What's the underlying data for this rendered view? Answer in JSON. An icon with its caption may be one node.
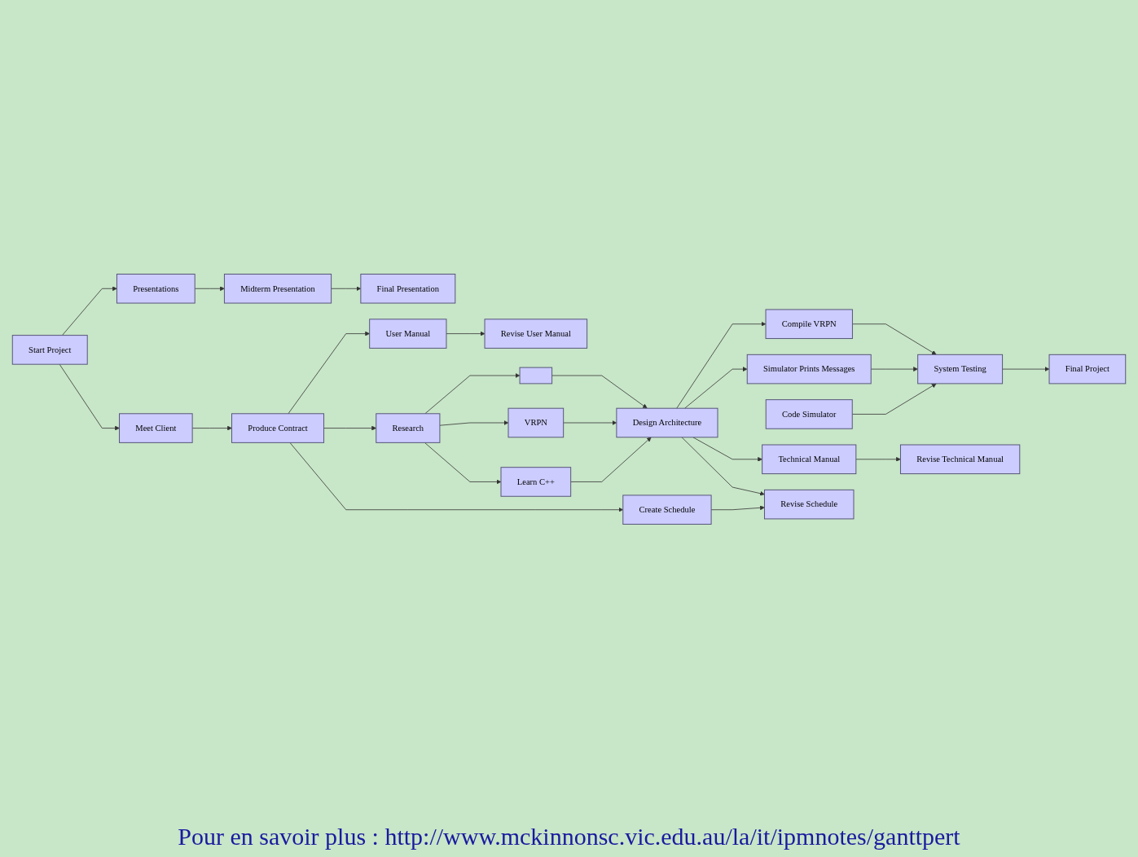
{
  "diagram": {
    "nodes": [
      {
        "text": [
          "Start Project"
        ]
      },
      {
        "text": [
          "Presentations"
        ]
      },
      {
        "text": [
          "Midterm Presentation"
        ]
      },
      {
        "text": [
          "Final Presentation"
        ]
      },
      {
        "text": [
          "Meet Client"
        ]
      },
      {
        "text": [
          "User Manual"
        ]
      },
      {
        "text": [
          "Revise User Manual"
        ]
      },
      {
        "text": [
          "Final Project"
        ]
      },
      {
        "text": [
          "Produce Contract"
        ]
      },
      {
        "text": [
          "Research"
        ]
      },
      {
        "text": [],
        "shape": "box"
      },
      {
        "text": [
          "VRPN"
        ]
      },
      {
        "text": [
          "Learn C++"
        ]
      },
      {
        "text": [
          "Design Architecture"
        ]
      },
      {
        "text": [
          "Compile VRPN"
        ]
      },
      {
        "text": [
          "Simulator Prints Messages"
        ]
      },
      {
        "text": [
          "Code Simulator"
        ]
      },
      {
        "text": [
          "System Testing"
        ]
      },
      {
        "text": [
          "Technical Manual"
        ]
      },
      {
        "text": [
          "Revise Technical Manual"
        ]
      },
      {
        "text": [
          "Create Schedule"
        ]
      },
      {
        "text": [
          "Revise Schedule"
        ]
      }
    ],
    "edges": [
      {
        "from": 0,
        "to": 1,
        "arrow": "to"
      },
      {
        "from": 1,
        "to": 2,
        "arrow": "to"
      },
      {
        "from": 2,
        "to": 3,
        "arrow": "to"
      },
      {
        "from": 0,
        "to": 4,
        "arrow": "to"
      },
      {
        "from": 4,
        "to": 8,
        "arrow": "to"
      },
      {
        "from": 8,
        "to": 5,
        "arrow": "to"
      },
      {
        "from": 5,
        "to": 6,
        "arrow": "to"
      },
      {
        "from": 8,
        "to": 9,
        "arrow": "to"
      },
      {
        "from": 9,
        "to": 10,
        "arrow": "to"
      },
      {
        "from": 9,
        "to": 11,
        "arrow": "to"
      },
      {
        "from": 9,
        "to": 12,
        "arrow": "to"
      },
      {
        "from": 10,
        "to": 13,
        "arrow": "to"
      },
      {
        "from": 11,
        "to": 13,
        "arrow": "to"
      },
      {
        "from": 12,
        "to": 13,
        "arrow": "to"
      },
      {
        "from": 13,
        "to": 14,
        "arrow": "to"
      },
      {
        "from": 13,
        "to": 15,
        "arrow": "to"
      },
      {
        "from": 13,
        "to": 18,
        "arrow": "to"
      },
      {
        "from": 13,
        "to": 21,
        "arrow": "to"
      },
      {
        "from": 14,
        "to": 17,
        "arrow": "to"
      },
      {
        "from": 15,
        "to": 17,
        "arrow": "to"
      },
      {
        "from": 16,
        "to": 17,
        "arrow": "to"
      },
      {
        "from": 17,
        "to": 7,
        "arrow": "to"
      },
      {
        "from": 18,
        "to": 19,
        "arrow": "to"
      },
      {
        "from": 8,
        "to": 20,
        "arrow": "to"
      },
      {
        "from": 20,
        "to": 21,
        "arrow": "to"
      }
    ],
    "labels": [
      "Pour en savoir plus : http://www.mckinnonsc.vic.edu.au/la/it/ipmnotes/ganttpert"
    ]
  }
}
